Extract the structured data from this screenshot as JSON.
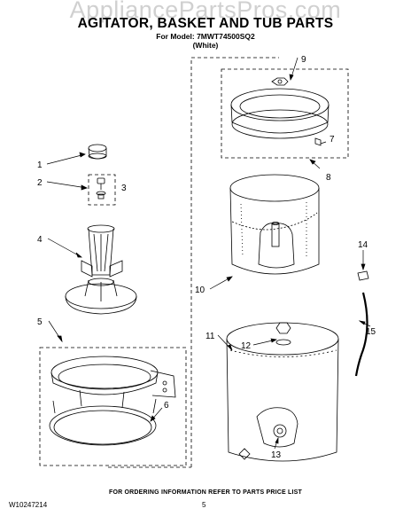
{
  "watermark": "AppliancePartsPros.com",
  "title": "AGITATOR, BASKET AND TUB PARTS",
  "model_line": "For Model: 7MWT74500SQ2",
  "color_line": "(White)",
  "footer": {
    "ordering_info": "FOR ORDERING INFORMATION REFER TO PARTS PRICE LIST",
    "doc_number": "W10247214",
    "page_number": "5"
  },
  "callouts": {
    "c1": "1",
    "c2": "2",
    "c3": "3",
    "c4": "4",
    "c5": "5",
    "c6": "6",
    "c7": "7",
    "c8": "8",
    "c9": "9",
    "c10": "10",
    "c11": "11",
    "c12": "12",
    "c13": "13",
    "c14": "14",
    "c15": "15"
  }
}
